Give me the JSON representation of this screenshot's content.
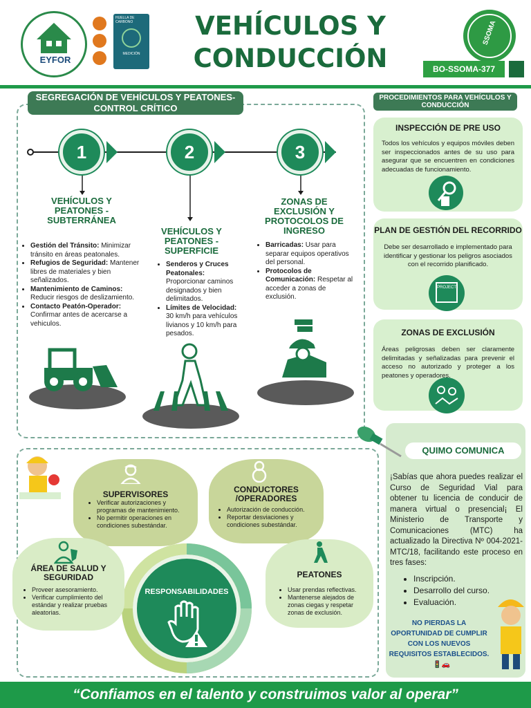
{
  "header": {
    "logo_text": "EYFOR",
    "title_line1": "VEHÍCULOS Y",
    "title_line2": "CONDUCCIÓN",
    "ssoma_text": "SSOMA",
    "code": "BO-SSOMA-377",
    "badge_lines": [
      "HUELLA DE",
      "CARBONO",
      "MEDICIÓN"
    ]
  },
  "segregacion": {
    "title": "SEGREGACIÓN DE VEHÍCULOS Y PEATONES- CONTROL CRÍTICO",
    "steps": [
      {
        "number": "1",
        "heading": "VEHÍCULOS Y PEATONES - SUBTERRÁNEA",
        "items": [
          {
            "label": "Gestión del Tránsito:",
            "text": " Minimizar tránsito en áreas peatonales."
          },
          {
            "label": "Refugios de Seguridad:",
            "text": " Mantener libres de materiales y bien señalizados."
          },
          {
            "label": "Mantenimiento de Caminos:",
            "text": " Reducir riesgos de deslizamiento."
          },
          {
            "label": "Contacto Peatón-Operador:",
            "text": " Confirmar antes de acercarse a vehiculos."
          }
        ]
      },
      {
        "number": "2",
        "heading": "VEHÍCULOS Y PEATONES - SUPERFICIE",
        "items": [
          {
            "label": "Senderos y Cruces Peatonales:",
            "text": " Proporcionar caminos designados y bien delimitados."
          },
          {
            "label": "Límites de Velocidad:",
            "text": " 30 km/h para vehículos livianos y 10 km/h para pesados."
          }
        ]
      },
      {
        "number": "3",
        "heading": "ZONAS DE EXCLUSIÓN Y PROTOCOLOS DE INGRESO",
        "items": [
          {
            "label": "Barricadas:",
            "text": " Usar para separar equipos operativos del personal."
          },
          {
            "label": "Protocolos de Comunicación:",
            "text": " Respetar al acceder a zonas de exclusión."
          }
        ]
      }
    ]
  },
  "procedimientos": {
    "title": "PROCEDIMIENTOS PARA VEHÍCULOS Y CONDUCCIÓN",
    "cards": [
      {
        "title": "INSPECCIÓN DE PRE USO",
        "text": "Todos los vehículos y equipos móviles deben ser inspeccionados antes de su uso para asegurar que se encuentren en condiciones adecuadas de funcionamiento.",
        "icon": "inspection-icon"
      },
      {
        "title": "PLAN DE GESTIÓN DEL RECORRIDO",
        "text": "Debe ser desarrollado e implementado para identificar y gestionar los peligros asociados con el recorrido planificado.",
        "icon": "project-icon",
        "icon_label": "PROJECT"
      },
      {
        "title": "ZONAS DE EXCLUSIÓN",
        "text": "Áreas peligrosas deben ser claramente delimitadas y señalizadas para prevenir el acceso no autorizado y proteger a los peatones y operadores.",
        "icon": "route-map-icon"
      }
    ]
  },
  "responsabilidades": {
    "center": "RESPONSABILIDADES",
    "roles": [
      {
        "title": "SUPERVISORES",
        "items": [
          "Verificar autorizaciones y programas de mantenimiento.",
          "No permitir operaciones en condiciones subestándar."
        ]
      },
      {
        "title": "CONDUCTORES /OPERADORES",
        "items": [
          "Autorización de conducción.",
          "Reportar desviaciones y condiciones subestándar."
        ]
      },
      {
        "title": "ÁREA DE SALUD Y SEGURIDAD",
        "items": [
          "Proveer asesoramiento.",
          "Verificar cumplimiento del estándar y realizar pruebas aleatorias."
        ]
      },
      {
        "title": "PEATONES",
        "items": [
          "Usar prendas reflectivas.",
          "Mantenerse alejados de zonas ciegas y respetar zonas de exclusión."
        ]
      }
    ]
  },
  "quimo": {
    "title": "QUIMO COMUNICA",
    "text": "¡Sabías que ahora puedes realizar el Curso de Seguridad Vial para obtener tu licencia de conducir de manera virtual o presencial¡ El Ministerio de Transporte y Comunicaciones (MTC) ha actualizado la Directiva Nº 004-2021-MTC/18, facilitando este proceso en tres fases:",
    "phases": [
      "Inscripción.",
      "Desarrollo del curso.",
      "Evaluación."
    ],
    "callout": "NO PIERDAS LA OPORTUNIDAD DE CUMPLIR CON LOS NUEVOS REQUISITOS ESTABLECIDOS."
  },
  "footer": {
    "slogan": "“Confiamos en el talento y construimos valor al operar”"
  },
  "colors": {
    "brand_green": "#1e9a49",
    "dark_green": "#1a6b3c",
    "mint": "#d8f0cf"
  }
}
